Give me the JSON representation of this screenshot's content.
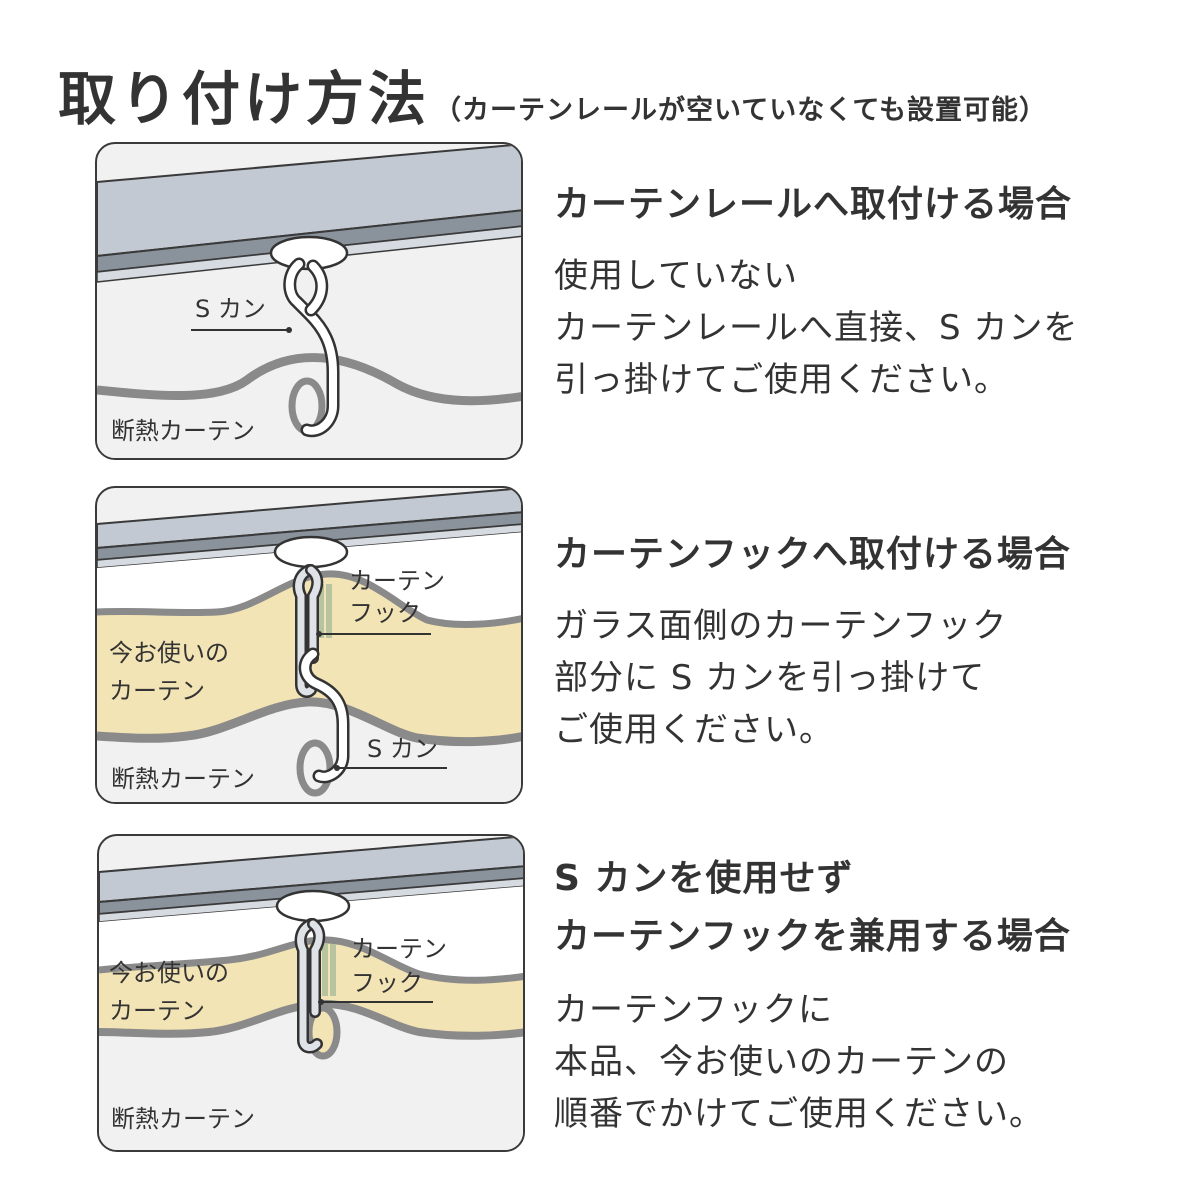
{
  "header": {
    "title": "取り付け方法",
    "subtitle": "（カーテンレールが空いていなくても設置可能）"
  },
  "colors": {
    "rail": "#c2c9d2",
    "rail_dark": "#8a939c",
    "fabric_white": "#f1f1f1",
    "fabric_beige": "#f3e4b5",
    "outline": "#333333",
    "hook_steel": "#dfe3e8"
  },
  "panels": [
    {
      "labels": {
        "s_kan": "S カン",
        "insulated_curtain": "断熱カーテン"
      }
    },
    {
      "labels": {
        "curtain_hook_l1": "カーテン",
        "curtain_hook_l2": "フック",
        "current_curtain_l1": "今お使いの",
        "current_curtain_l2": "カーテン",
        "s_kan": "S カン",
        "insulated_curtain": "断熱カーテン"
      }
    },
    {
      "labels": {
        "curtain_hook_l1": "カーテン",
        "curtain_hook_l2": "フック",
        "current_curtain_l1": "今お使いの",
        "current_curtain_l2": "カーテン",
        "insulated_curtain": "断熱カーテン"
      }
    }
  ],
  "sections": [
    {
      "heading": [
        "カーテンレールへ取付ける場合"
      ],
      "body": [
        "使用していない",
        "カーテンレールへ直接、S カンを",
        "引っ掛けてご使用ください。"
      ]
    },
    {
      "heading": [
        "カーテンフックへ取付ける場合"
      ],
      "body": [
        "ガラス面側のカーテンフック",
        "部分に S カンを引っ掛けて",
        "ご使用ください。"
      ]
    },
    {
      "heading": [
        "S カンを使用せず",
        "カーテンフックを兼用する場合"
      ],
      "body": [
        "カーテンフックに",
        "本品、今お使いのカーテンの",
        "順番でかけてご使用ください。"
      ]
    }
  ]
}
